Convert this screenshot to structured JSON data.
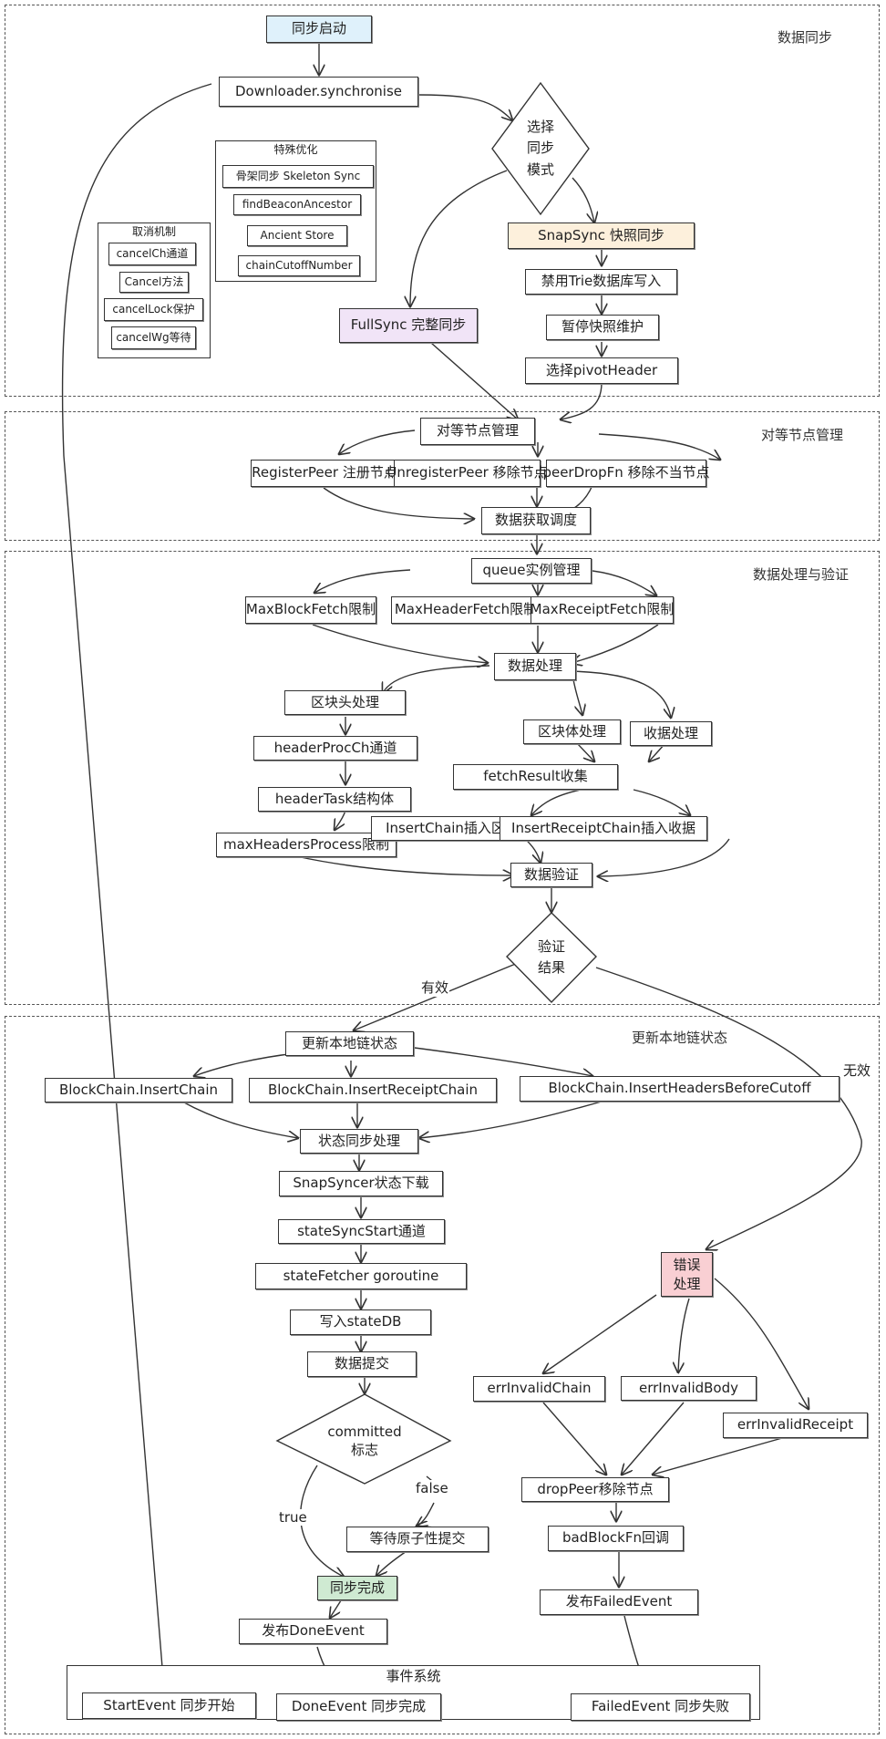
{
  "colors": {
    "start_fill": "#dff1fb",
    "snapsync_fill": "#fdf0dc",
    "fullsync_fill": "#f1e4f7",
    "error_fill": "#f9cfd3",
    "done_fill": "#cfead2",
    "stroke": "#333333"
  },
  "regions": {
    "data_sync": "数据同步",
    "peer_mgmt": "对等节点管理",
    "data_proc": "数据处理与验证",
    "update_state": "更新本地链状态"
  },
  "nodes": {
    "sync_start": "同步启动",
    "downloader": "Downloader.synchronise",
    "choose_mode": [
      "选择",
      "同步",
      "模式"
    ],
    "special_opt_title": "特殊优化",
    "skeleton": "骨架同步 Skeleton Sync",
    "find_beacon": "findBeaconAncestor",
    "ancient_store": "Ancient Store",
    "chain_cutoff": "chainCutoffNumber",
    "cancel_title": "取消机制",
    "cancel_ch": "cancelCh通道",
    "cancel_method": "Cancel方法",
    "cancel_lock": "cancelLock保护",
    "cancel_wg": "cancelWg等待",
    "snapsync": "SnapSync 快照同步",
    "disable_trie": "禁用Trie数据库写入",
    "pause_snapshot": "暂停快照维护",
    "pivot_header": "选择pivotHeader",
    "fullsync": "FullSync 完整同步",
    "peer_mgmt": "对等节点管理",
    "register_peer": "RegisterPeer 注册节点",
    "unregister_peer": "UnregisterPeer 移除节点",
    "peer_drop": "peerDropFn 移除不当节点",
    "fetch_schedule": "数据获取调度",
    "queue": "queue实例管理",
    "max_block": "MaxBlockFetch限制",
    "max_header": "MaxHeaderFetch限制",
    "max_receipt": "MaxReceiptFetch限制",
    "data_process": "数据处理",
    "header_proc": "区块头处理",
    "header_proc_ch": "headerProcCh通道",
    "header_task": "headerTask结构体",
    "max_headers_process": "maxHeadersProcess限制",
    "body_proc": "区块体处理",
    "receipt_proc": "收据处理",
    "fetch_result": "fetchResult收集",
    "insert_chain": "InsertChain插入区块",
    "insert_receipt_chain": "InsertReceiptChain插入收据",
    "data_verify": "数据验证",
    "verify_result": [
      "验证",
      "结果"
    ],
    "update_local": "更新本地链状态",
    "bc_insert_chain": "BlockChain.InsertChain",
    "bc_insert_receipt": "BlockChain.InsertReceiptChain",
    "bc_insert_headers": "BlockChain.InsertHeadersBeforeCutoff",
    "state_sync_proc": "状态同步处理",
    "snap_syncer": "SnapSyncer状态下载",
    "state_sync_start": "stateSyncStart通道",
    "state_fetcher": "stateFetcher goroutine",
    "write_statedb": "写入stateDB",
    "data_commit": "数据提交",
    "committed_flag": [
      "committed",
      "标志"
    ],
    "wait_atomic": "等待原子性提交",
    "sync_done": "同步完成",
    "publish_done": "发布DoneEvent",
    "error_handling": [
      "错误",
      "处理"
    ],
    "err_chain": "errInvalidChain",
    "err_body": "errInvalidBody",
    "err_receipt": "errInvalidReceipt",
    "drop_peer": "dropPeer移除节点",
    "bad_block": "badBlockFn回调",
    "publish_failed": "发布FailedEvent",
    "event_system_title": "事件系统",
    "start_event": "StartEvent 同步开始",
    "done_event": "DoneEvent 同步完成",
    "failed_event": "FailedEvent 同步失败"
  },
  "edge_labels": {
    "valid": "有效",
    "invalid": "无效",
    "true": "true",
    "false": "false"
  }
}
